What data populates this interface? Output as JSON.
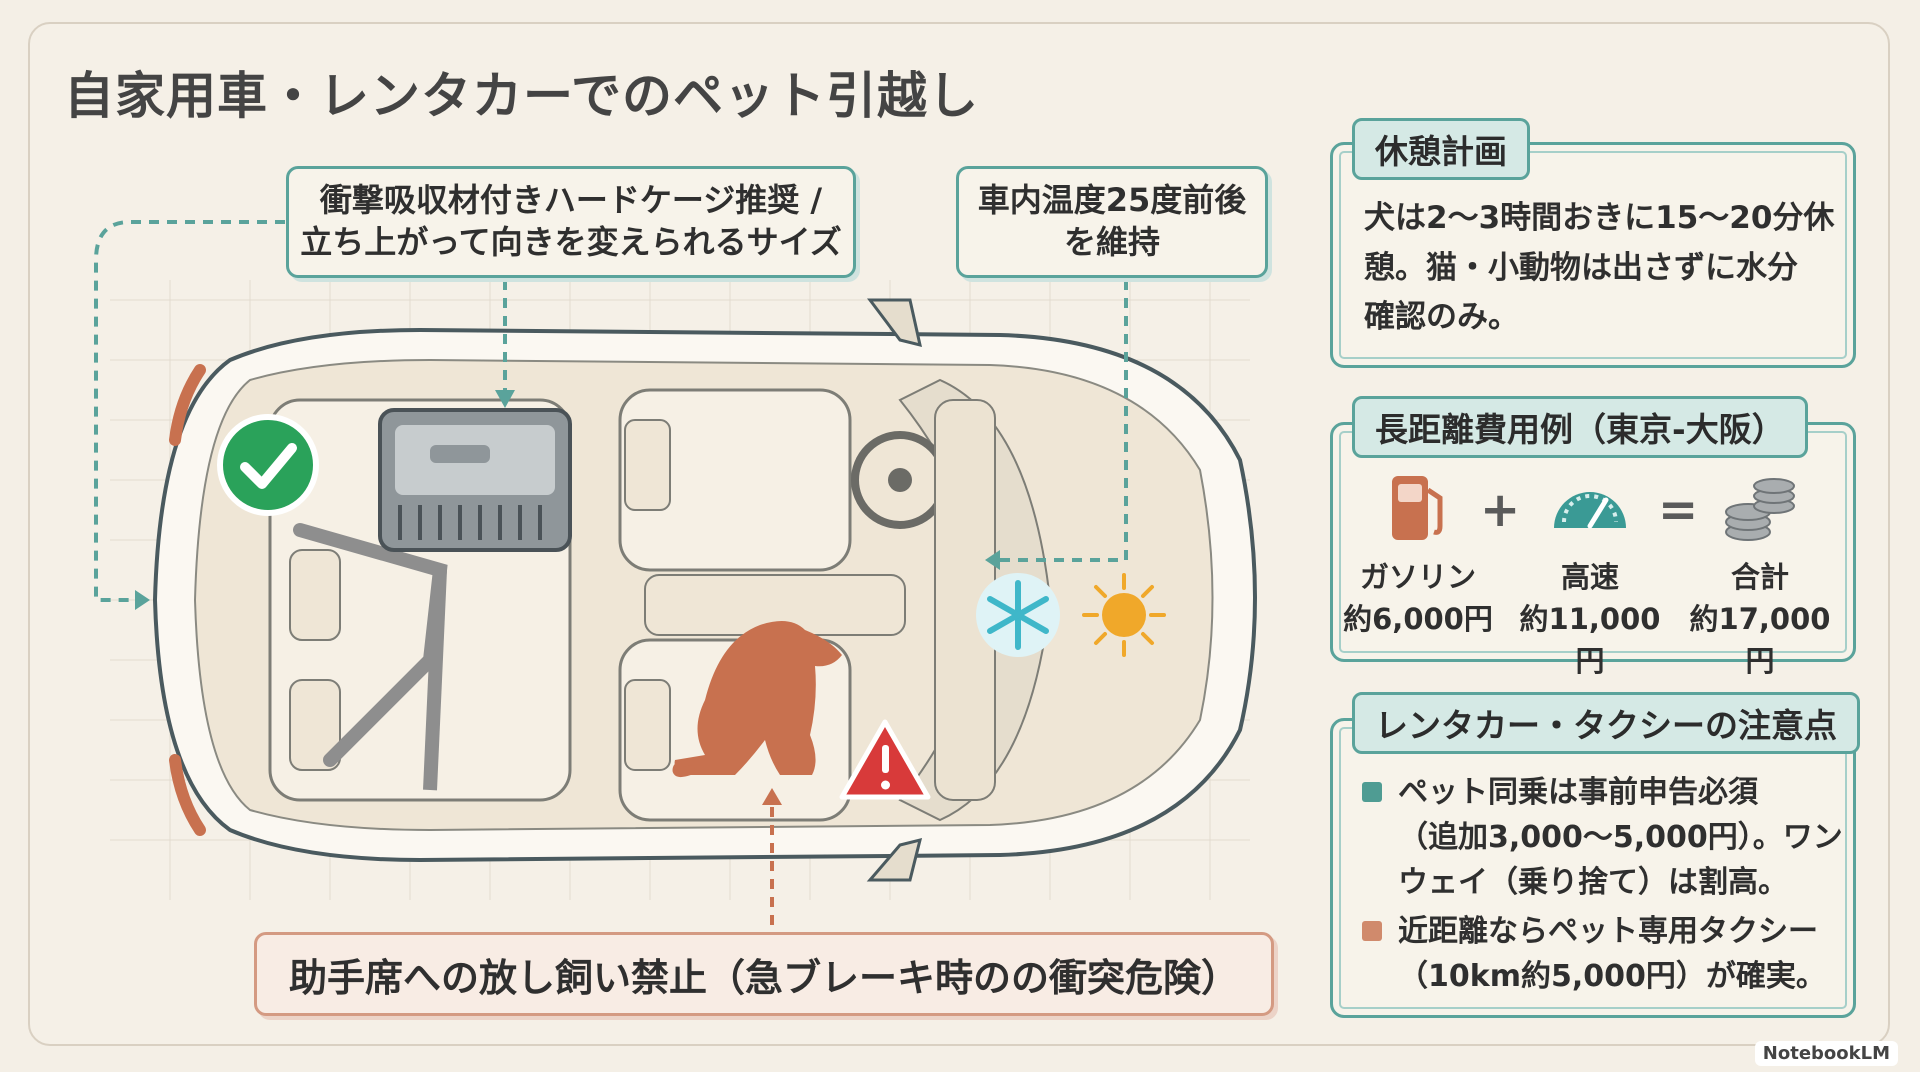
{
  "title": "自家用車・レンタカーでのペット引越し",
  "callouts": {
    "cage": [
      "衝撃吸収材付きハードケージ推奨 /",
      "立ち上がって向きを変えられるサイズ"
    ],
    "temp": [
      "車内温度25度前後",
      "を維持"
    ],
    "warning": "助手席への放し飼い禁止（急ブレーキ時のの衝突危険）"
  },
  "rest": {
    "title": "休憩計画",
    "lines": [
      "犬は2〜3時間おきに15〜20分休",
      "憩。猫・小動物は出さずに水分",
      "確認のみ。"
    ]
  },
  "cost": {
    "title": "長距離費用例（東京-大阪）",
    "items": [
      {
        "name": "ガソリン",
        "value": "約6,000円",
        "icon": "fuel-pump-icon"
      },
      {
        "name": "高速",
        "value": "約11,000円",
        "icon": "speedometer-icon"
      },
      {
        "name": "合計",
        "value": "約17,000円",
        "icon": "coins-icon"
      }
    ],
    "plus": "+",
    "equals": "="
  },
  "rental": {
    "title": "レンタカー・タクシーの注意点",
    "bullets": [
      {
        "lines": [
          "ペット同乗は事前申告必須",
          "（追加3,000〜5,000円）。ワン",
          "ウェイ（乗り捨て）は割高。"
        ],
        "color": "#4f9c93"
      },
      {
        "lines": [
          "近距離ならペット専用タクシー",
          "（10km約5,000円）が確実。"
        ],
        "color": "#d08a6c"
      }
    ]
  },
  "brand": "NotebookLM",
  "colors": {
    "teal": "#5aa39b",
    "terracotta": "#c8714f",
    "alert": "#d83a3a",
    "check": "#2aa25a",
    "sun": "#f0a82a",
    "snow": "#3fb7c9"
  }
}
